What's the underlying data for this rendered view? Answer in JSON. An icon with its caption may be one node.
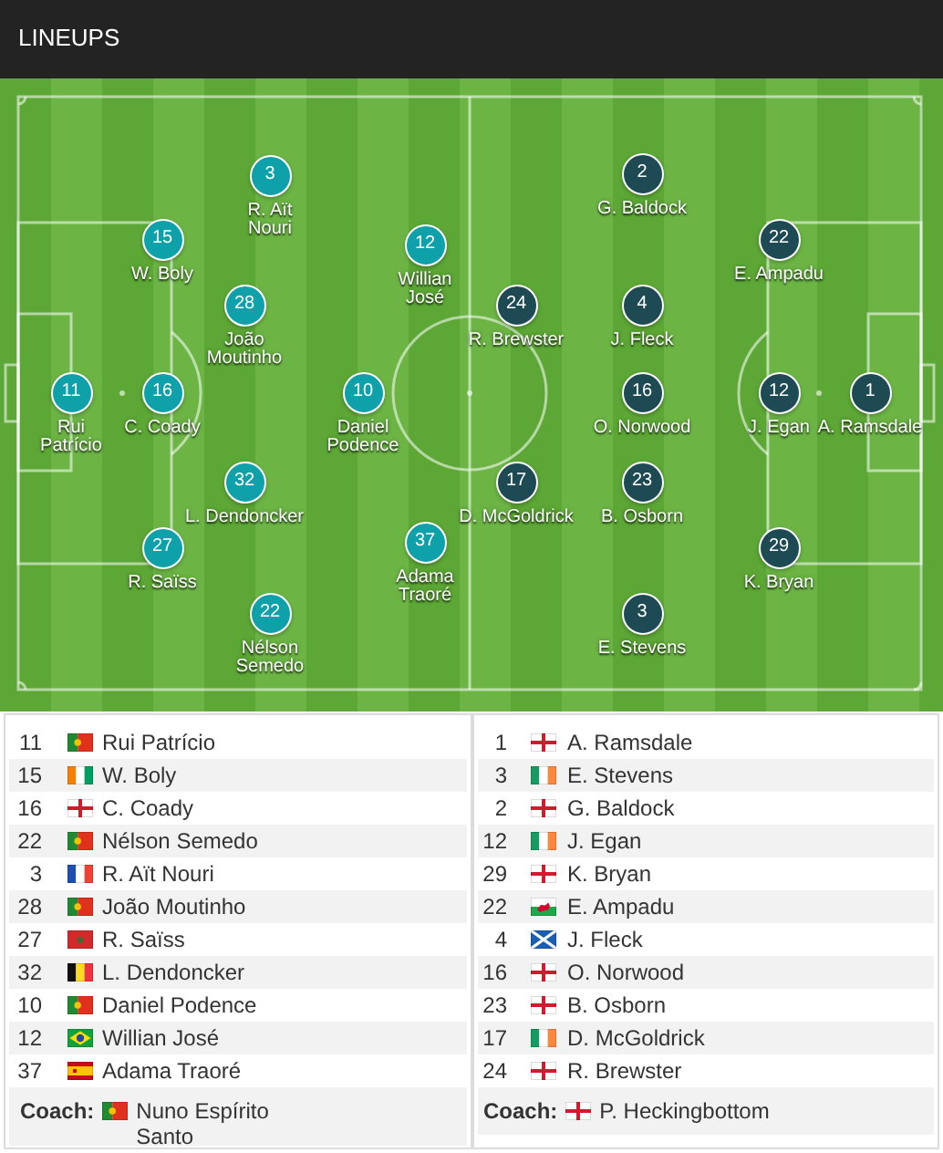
{
  "diagram": {
    "title": "LINEUPS",
    "nodes": [
      {
        "text": [
          "11"
        ],
        "beside": [
          "Rui Patrício"
        ]
      },
      {
        "text": [
          "15"
        ],
        "beside": [
          "W. Boly"
        ]
      },
      {
        "text": [
          "16"
        ],
        "beside": [
          "C. Coady"
        ]
      },
      {
        "text": [
          "22"
        ],
        "beside": [
          "Nélson Semedo"
        ]
      },
      {
        "text": [
          "3"
        ],
        "beside": [
          "R. Aït Nouri"
        ]
      },
      {
        "text": [
          "28"
        ],
        "beside": [
          "João Moutinho"
        ]
      },
      {
        "text": [
          "27"
        ],
        "beside": [
          "R. Saïss"
        ]
      },
      {
        "text": [
          "32"
        ],
        "beside": [
          "L. Dendoncker"
        ]
      },
      {
        "text": [
          "10"
        ],
        "beside": [
          "Daniel Podence"
        ]
      },
      {
        "text": [
          "12"
        ],
        "beside": [
          "Willian José"
        ]
      },
      {
        "text": [
          "37"
        ],
        "beside": [
          "Adama Traoré"
        ]
      },
      {
        "text": [
          "1"
        ],
        "beside": [
          "A. Ramsdale"
        ]
      },
      {
        "text": [
          "3"
        ],
        "beside": [
          "E. Stevens"
        ]
      },
      {
        "text": [
          "2"
        ],
        "beside": [
          "G. Baldock"
        ]
      },
      {
        "text": [
          "12"
        ],
        "beside": [
          "J. Egan"
        ]
      },
      {
        "text": [
          "29"
        ],
        "beside": [
          "K. Bryan"
        ]
      },
      {
        "text": [
          "22"
        ],
        "beside": [
          "E. Ampadu"
        ]
      },
      {
        "text": [
          "4"
        ],
        "beside": [
          "J. Fleck"
        ]
      },
      {
        "text": [
          "16"
        ],
        "beside": [
          "O. Norwood"
        ]
      },
      {
        "text": [
          "23"
        ],
        "beside": [
          "B. Osborn"
        ]
      },
      {
        "text": [
          "17"
        ],
        "beside": [
          "D. McGoldrick"
        ]
      },
      {
        "text": [
          "24"
        ],
        "beside": [
          "R. Brewster"
        ]
      }
    ],
    "labels": [
      "11",
      "Rui Patrício",
      "15",
      "W. Boly",
      "16",
      "C. Coady",
      "22",
      "Nélson Semedo",
      "3",
      "R. Aït Nouri",
      "28",
      "João Moutinho",
      "27",
      "R. Saïss",
      "32",
      "L. Dendoncker",
      "10",
      "Daniel Podence",
      "12",
      "Willian José",
      "37",
      "Adama Traoré",
      "Coach:",
      "Nuno Espírito Santo",
      "1",
      "A. Ramsdale",
      "3",
      "E. Stevens",
      "2",
      "G. Baldock",
      "12",
      "J. Egan",
      "29",
      "K. Bryan",
      "22",
      "E. Ampadu",
      "4",
      "J. Fleck",
      "16",
      "O. Norwood",
      "23",
      "B. Osborn",
      "17",
      "D. McGoldrick",
      "24",
      "R. Brewster",
      "Coach:",
      "P. Heckingbottom"
    ]
  }
}
